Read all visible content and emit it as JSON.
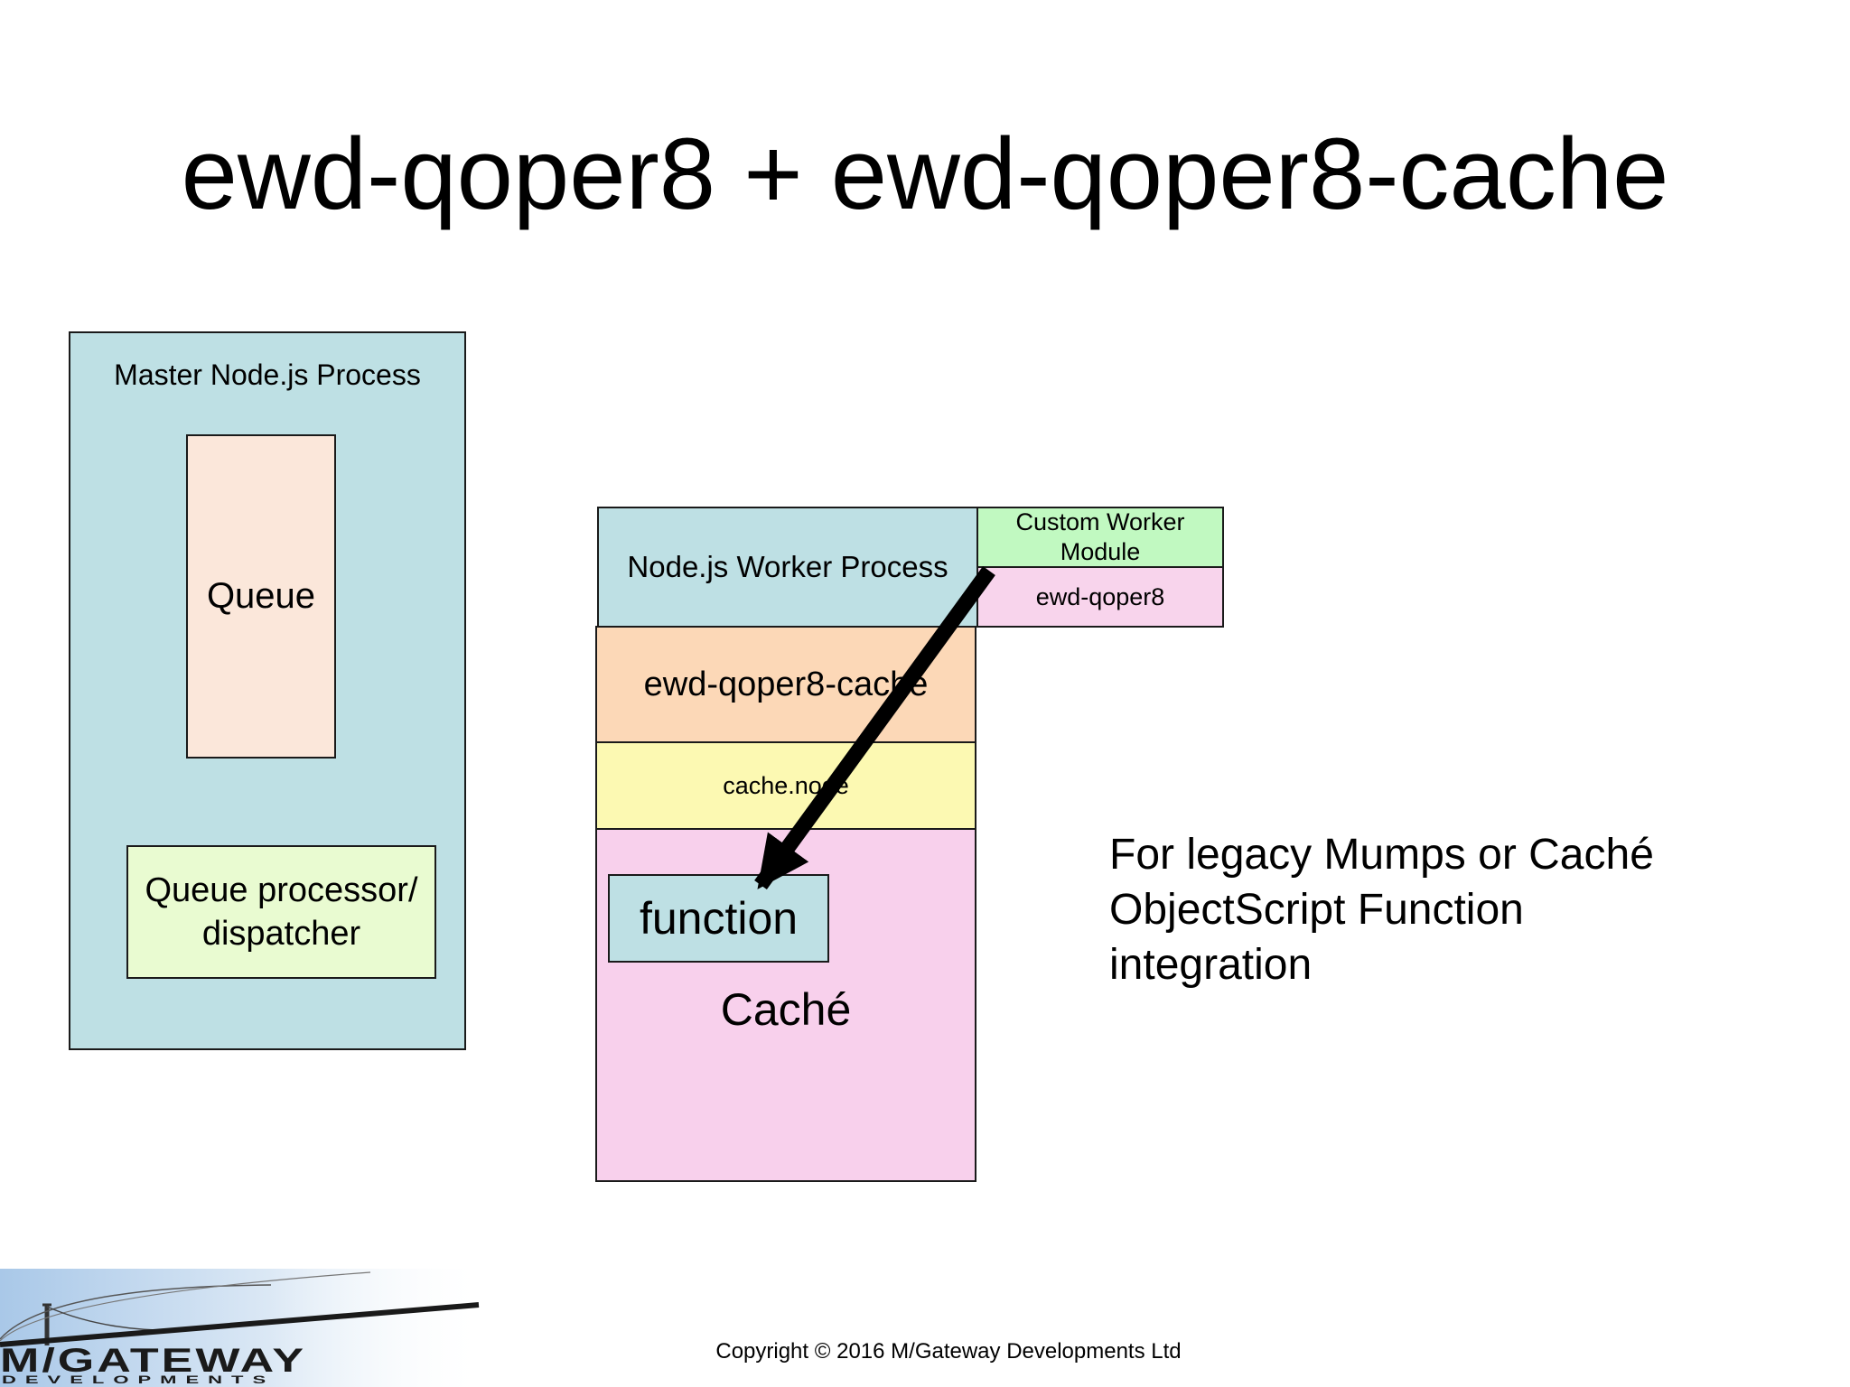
{
  "slide": {
    "title": "ewd-qoper8 + ewd-qoper8-cache",
    "copyright": "Copyright © 2016 M/Gateway Developments Ltd"
  },
  "diagram": {
    "master_process": {
      "label": "Master Node.js Process",
      "queue": "Queue",
      "dispatcher": "Queue processor/ dispatcher"
    },
    "worker_process": {
      "label": "Node.js Worker Process",
      "custom_worker_module": "Custom Worker Module",
      "ewd_qoper8": "ewd-qoper8",
      "ewd_qoper8_cache": "ewd-qoper8-cache",
      "cache_node": "cache.node",
      "cache_db": "Caché",
      "function": "function"
    },
    "note": "For legacy Mumps or Caché ObjectScript Function integration"
  },
  "logo": {
    "name": "M/GATEWAY",
    "sub": "DEVELOPMENTS"
  },
  "colors": {
    "process_fill": "#bee0e4",
    "queue_fill": "#fbe7da",
    "dispatcher_fill": "#e9fbd1",
    "custom_module_fill": "#c1f9c1",
    "ewd_qoper8_fill": "#f8d4ec",
    "cache_module_fill": "#fcd8b7",
    "cache_node_fill": "#fcf9b2",
    "cache_db_fill": "#f8d0ec"
  }
}
